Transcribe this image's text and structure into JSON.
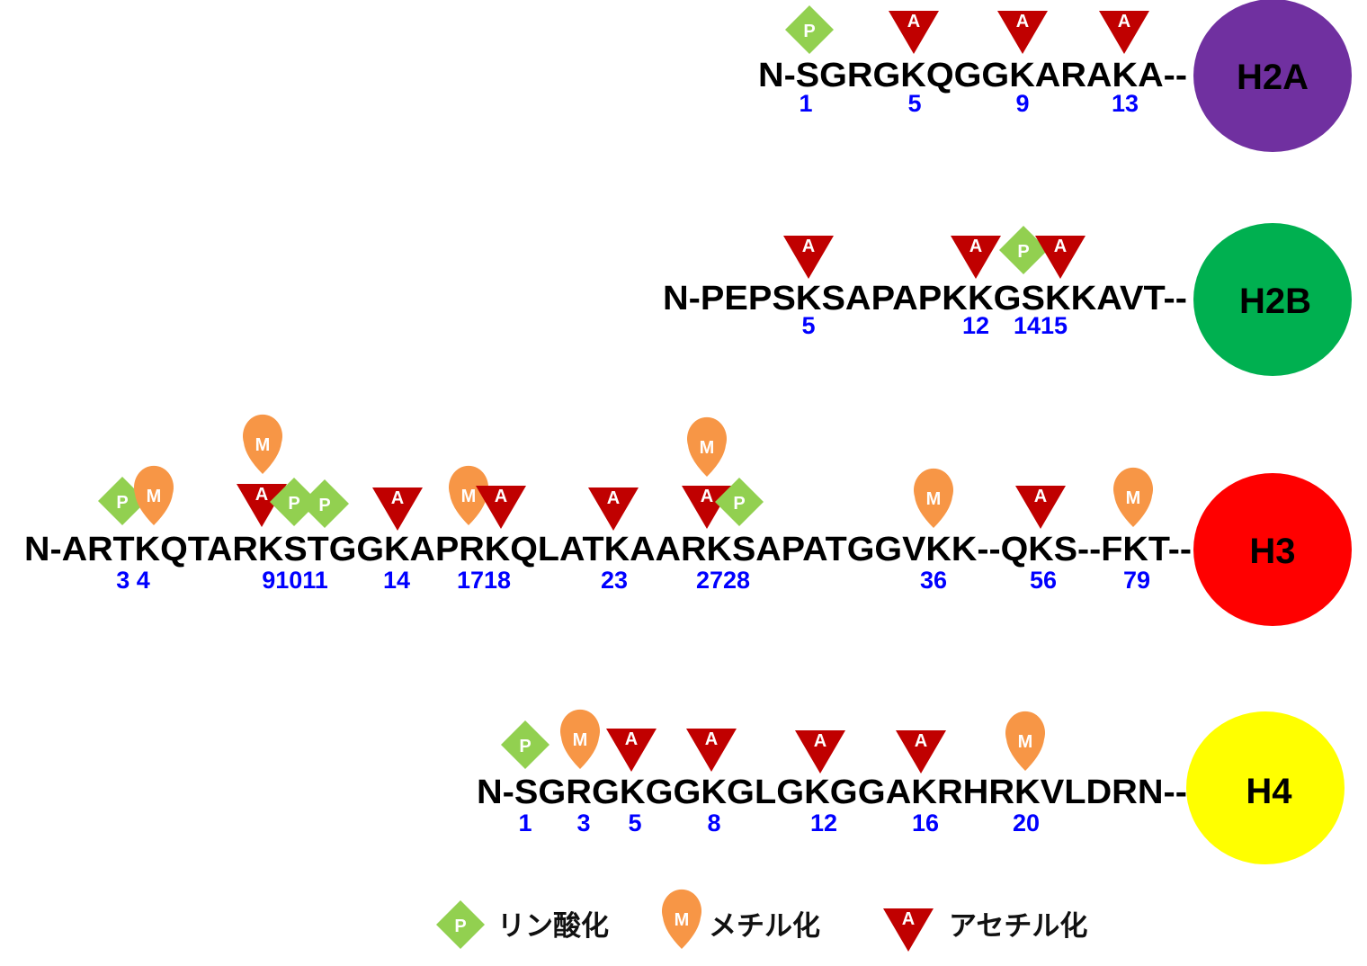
{
  "colors": {
    "phospho": "#92d050",
    "methyl": "#f79646",
    "acetyl": "#c00000",
    "number": "#0000ff",
    "H2A": "#7030a0",
    "H2B": "#00b050",
    "H3": "#ff0000",
    "H4": "#ffff00"
  },
  "mark_letters": {
    "P": "P",
    "M": "M",
    "A": "A"
  },
  "histones": [
    {
      "name": "H2A",
      "sequence": "N-SGRGKQGGKARAKA--",
      "positions": [
        "1",
        "5",
        "9",
        "13"
      ],
      "marks": [
        "P",
        "A",
        "A",
        "A"
      ]
    },
    {
      "name": "H2B",
      "sequence": "N-PEPSKSAPAPKKGSKKAVT--",
      "positions": [
        "5",
        "12",
        "1415"
      ],
      "marks": [
        "A",
        "A",
        "P",
        "A"
      ]
    },
    {
      "name": "H3",
      "sequence": "N-ARTKQTARKSTGGKAPRKQLATKAARKSAPATGGVKK--QKS--FKT--",
      "positions": [
        "3 4",
        "91011",
        "14",
        "1718",
        "23",
        "2728",
        "36",
        "56",
        "79"
      ],
      "marks": [
        "P",
        "M",
        "M",
        "A",
        "P",
        "P",
        "A",
        "M",
        "A",
        "A",
        "M",
        "A",
        "P",
        "M",
        "A",
        "M"
      ]
    },
    {
      "name": "H4",
      "sequence": "N-SGRGKGGKGLGKGGAKRHRKVLDRN--",
      "positions": [
        "1",
        "3",
        "5",
        "8",
        "12",
        "16",
        "20"
      ],
      "marks": [
        "P",
        "M",
        "A",
        "A",
        "A",
        "A",
        "M"
      ]
    }
  ],
  "legend": [
    {
      "mark": "P",
      "label": "リン酸化"
    },
    {
      "mark": "M",
      "label": "メチル化"
    },
    {
      "mark": "A",
      "label": "アセチル化"
    }
  ]
}
